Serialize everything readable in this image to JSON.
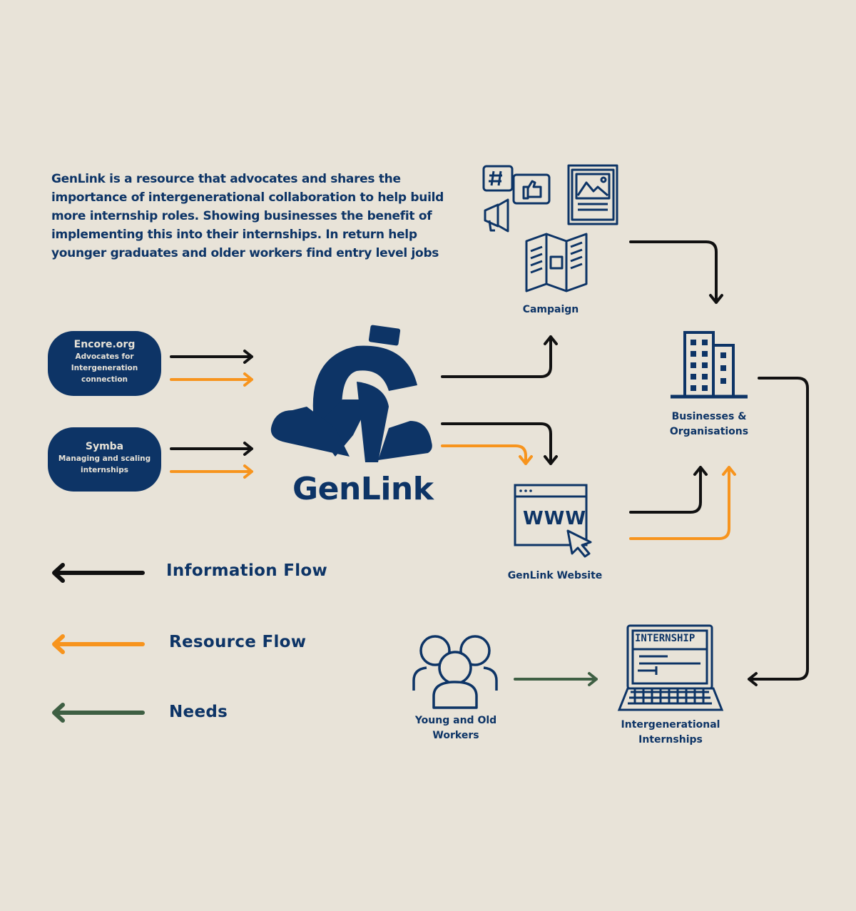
{
  "intro_text": "GenLink is a resource that advocates and shares the importance of intergenerational collaboration to help build more internship roles. Showing businesses the benefit of implementing this into their internships. In return help younger graduates  and older workers find entry level jobs",
  "brand": "GenLink",
  "partners": [
    {
      "title": "Encore.org",
      "subtitle": "Advocates for Intergeneration connection"
    },
    {
      "title": "Symba",
      "subtitle": "Managing and scaling internships"
    }
  ],
  "nodes": {
    "campaign": "Campaign",
    "businesses": "Businesses & Organisations",
    "website": "GenLink Website",
    "website_icon_text": "WWW",
    "workers": "Young and Old Workers",
    "internships": "Intergenerational Internships",
    "internship_icon_text": "INTERNSHIP"
  },
  "legend": [
    {
      "label": "Information Flow",
      "color": "#111111"
    },
    {
      "label": "Resource Flow",
      "color": "#f7941d"
    },
    {
      "label": "Needs",
      "color": "#3e5f43"
    }
  ],
  "colors": {
    "background": "#e8e3d8",
    "navy": "#0d3466",
    "orange": "#f7941d",
    "green": "#3e5f43",
    "black": "#111111"
  }
}
